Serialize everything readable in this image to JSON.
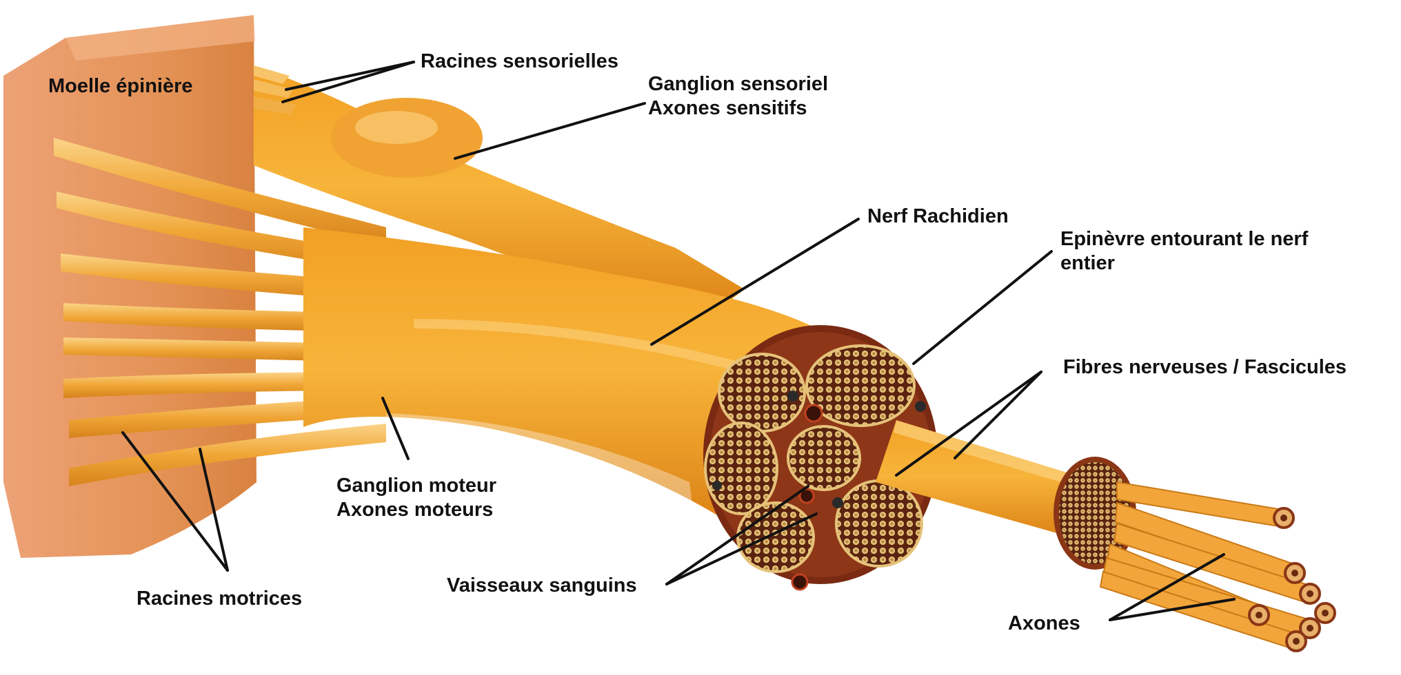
{
  "diagram": {
    "labels": {
      "moelle": "Moelle épinière",
      "racines_sensorielles": "Racines sensorielles",
      "ganglion_sensoriel": "Ganglion sensoriel",
      "axones_sensitifs": "Axones sensitifs",
      "nerf_rachidien": "Nerf Rachidien",
      "epinevre_line1": "Epinèvre entourant le nerf",
      "epinevre_line2": "entier",
      "fibres": "Fibres nerveuses / Fascicules",
      "ganglion_moteur": "Ganglion moteur",
      "axones_moteurs": "Axones moteurs",
      "vaisseaux": "Vaisseaux sanguins",
      "racines_motrices": "Racines motrices",
      "axones": "Axones"
    },
    "colors": {
      "nerve_orange": "#e89a1e",
      "spinal_cord": "#e5955f",
      "cross_section_brown": "#7a2a12",
      "fascicle_tan": "#d8b060"
    }
  }
}
